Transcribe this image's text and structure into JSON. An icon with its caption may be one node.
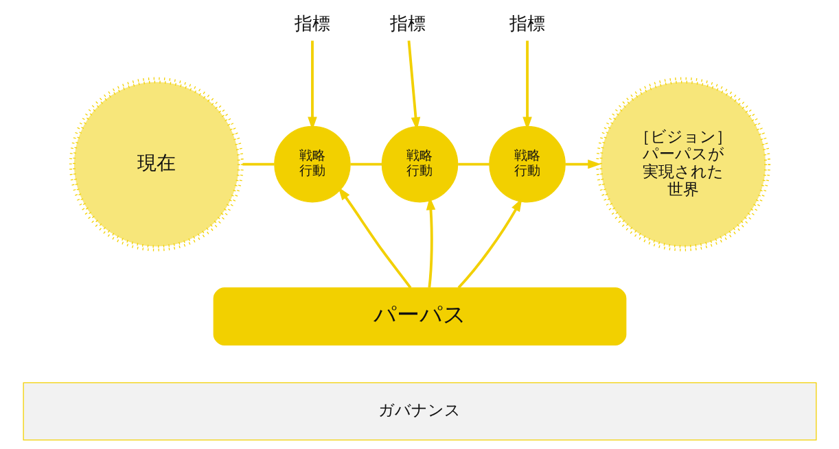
{
  "diagram": {
    "nodes": [
      {
        "text": [
          "指標"
        ]
      },
      {
        "text": [
          "指標"
        ]
      },
      {
        "text": [
          "指標"
        ]
      },
      {
        "text": [
          "現在"
        ]
      },
      {
        "text": [
          "戦略行動"
        ]
      },
      {
        "text": [
          "戦略行動"
        ]
      },
      {
        "text": [
          "戦略行動"
        ]
      },
      {
        "text": [
          "［ビジョン］",
          "パーパスが実現された世界"
        ]
      },
      {
        "text": [
          "パーパス"
        ]
      },
      {
        "text": [
          "ガバナンス"
        ]
      }
    ],
    "edges": [
      {
        "from": 3,
        "to": 4,
        "arrow": "none"
      },
      {
        "from": 4,
        "to": 5,
        "arrow": "none"
      },
      {
        "from": 5,
        "to": 6,
        "arrow": "none"
      },
      {
        "from": 6,
        "to": 7,
        "arrow": "to"
      },
      {
        "from": 0,
        "to": 4,
        "arrow": "to"
      },
      {
        "from": 1,
        "to": 5,
        "arrow": "to"
      },
      {
        "from": 2,
        "to": 6,
        "arrow": "to"
      },
      {
        "from": 8,
        "to": 4,
        "arrow": "to"
      },
      {
        "from": 8,
        "to": 5,
        "arrow": "to"
      },
      {
        "from": 8,
        "to": 6,
        "arrow": "to"
      }
    ]
  }
}
